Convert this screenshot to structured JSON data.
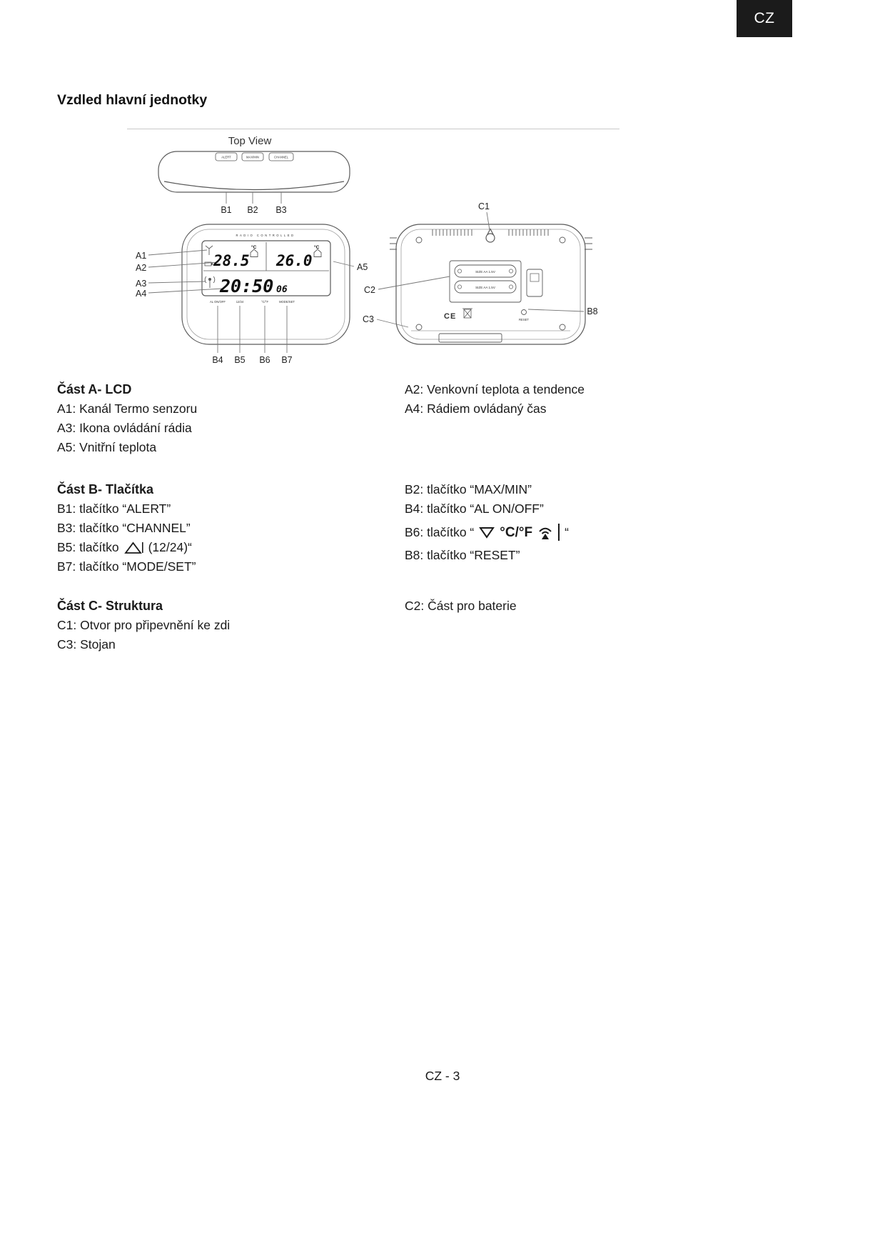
{
  "page": {
    "lang_badge": "CZ",
    "title": "Vzdled hlavní jednotky",
    "footer": "CZ - 3"
  },
  "figure": {
    "top_view_label": "Top View",
    "top_buttons": {
      "b1": "ALERT",
      "b2": "MAX/MIN",
      "b3": "CHANNEL"
    },
    "front": {
      "brand": "RADIO CONTROLLED",
      "outdoor_temp": "28.5",
      "indoor_temp": "26.0",
      "unit": "°C",
      "time": "20:50",
      "seconds": "06",
      "band": {
        "b4": "AL ON/OFF",
        "b5": "12/24",
        "b6": "°C/°F",
        "b7": "MODE/SET"
      }
    },
    "back": {
      "battery1": "SIZE AA 1.5V",
      "battery2": "SIZE AA 1.5V",
      "ce": "CE",
      "reset": "RESET"
    },
    "callouts": {
      "a1": "A1",
      "a2": "A2",
      "a3": "A3",
      "a4": "A4",
      "a5": "A5",
      "b1": "B1",
      "b2": "B2",
      "b3": "B3",
      "b4": "B4",
      "b5": "B5",
      "b6": "B6",
      "b7": "B7",
      "b8": "B8",
      "c1": "C1",
      "c2": "C2",
      "c3": "C3"
    }
  },
  "sections": {
    "a": {
      "heading": "Část A- LCD",
      "left": [
        "A1: Kanál Termo senzoru",
        "A3: Ikona ovládání rádia",
        "A5: Vnitřní teplota"
      ],
      "right": [
        "A2: Venkovní teplota a tendence",
        "A4: Rádiem ovládaný čas"
      ]
    },
    "b": {
      "heading": "Část B- Tlačítka",
      "left": [
        "B1: tlačítko “ALERT”",
        "B3: tlačítko “CHANNEL”",
        "B7: tlačítko “MODE/SET”"
      ],
      "b5": {
        "prefix": "B5: tlačítko",
        "suffix": "(12/24)“"
      },
      "right": [
        "B2: tlačítko “MAX/MIN”",
        "B4: tlačítko “AL ON/OFF”",
        "B8: tlačítko “RESET”"
      ],
      "b6": {
        "prefix": "B6: tlačítko “",
        "cf": "°C/°F",
        "suffix": "“"
      }
    },
    "c": {
      "heading": "Část C- Struktura",
      "left": [
        "C1: Otvor pro připevnění ke zdi",
        "C3: Stojan"
      ],
      "right": [
        "C2: Část pro baterie"
      ]
    }
  }
}
